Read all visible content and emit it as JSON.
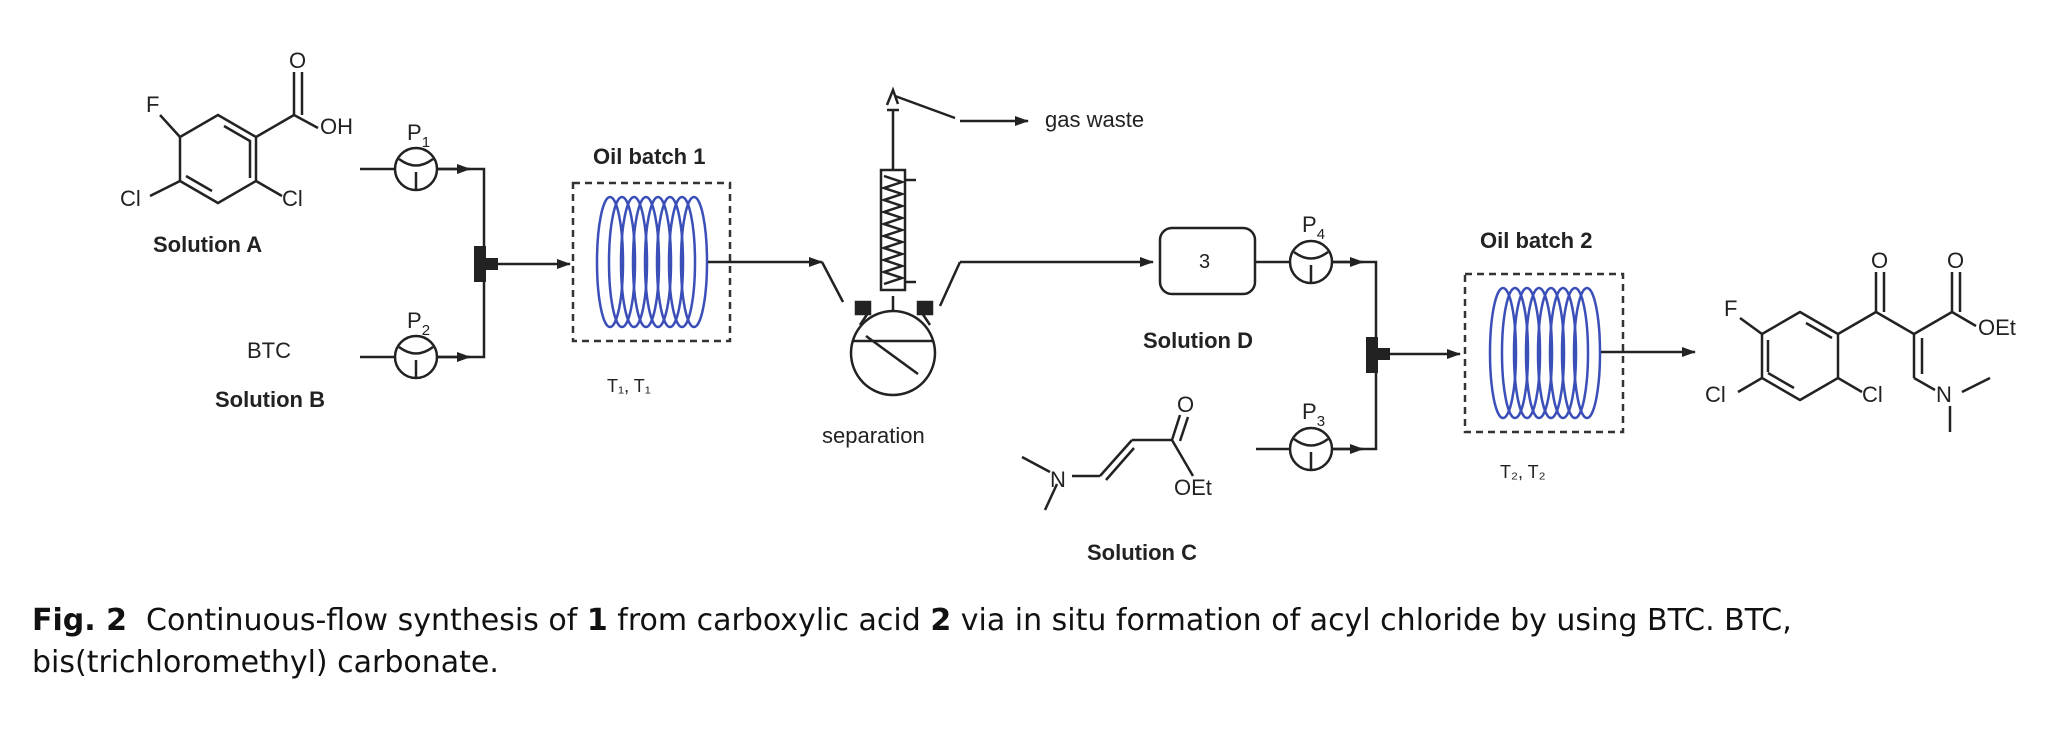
{
  "labels": {
    "solution_a": "Solution A",
    "solution_b": "Solution B",
    "solution_c": "Solution C",
    "solution_d": "Solution D",
    "btc": "BTC",
    "p1": "P",
    "p1_sub": "1",
    "p2": "P",
    "p2_sub": "2",
    "p3": "P",
    "p3_sub": "3",
    "p4": "P",
    "p4_sub": "4",
    "oil_batch_1": "Oil batch 1",
    "oil_batch_2": "Oil batch 2",
    "cond_1": "T₁, T₁",
    "cond_2": "T₂, T₂",
    "gas_waste": "gas waste",
    "separation": "separation",
    "reservoir": "3"
  },
  "molecules": {
    "acid": {
      "o": "O",
      "oh": "OH",
      "f": "F",
      "cl1": "Cl",
      "cl2": "Cl"
    },
    "enamine": {
      "n": "N",
      "o": "O",
      "oet": "OEt"
    },
    "product": {
      "o1": "O",
      "o2": "O",
      "oet": "OEt",
      "f": "F",
      "cl1": "Cl",
      "cl2": "Cl",
      "n": "N"
    }
  },
  "caption": {
    "fig": "Fig. 2",
    "t1": "Continuous-flow synthesis of ",
    "n1": "1",
    "t2": " from carboxylic acid ",
    "n2": "2",
    "t3": " via in situ formation of acyl chloride by using BTC. BTC, bis(trichloromethyl) carbonate."
  },
  "colors": {
    "coil": "#3a4fb8",
    "line": "#222222"
  }
}
